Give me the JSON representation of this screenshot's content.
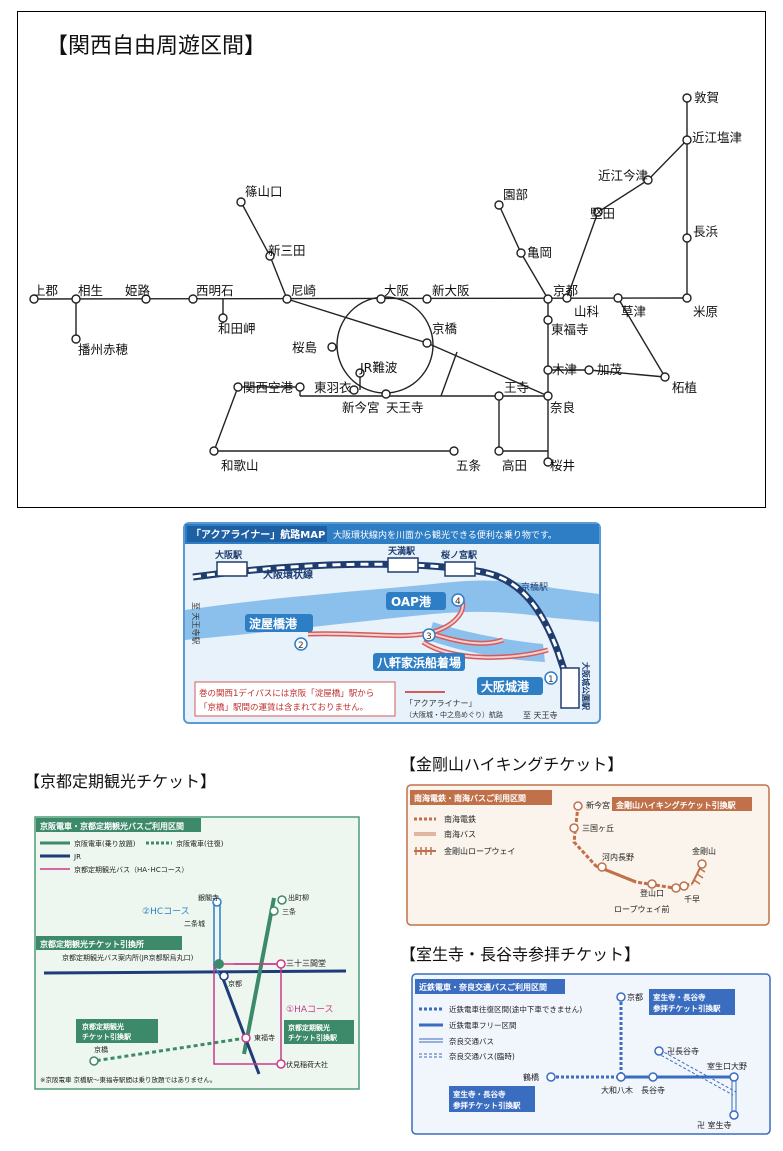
{
  "main_map": {
    "title": "【関西自由周遊区間】",
    "stations": {
      "tsuruga": "敦賀",
      "omi_shiotsu": "近江塩津",
      "omi_imazu": "近江今津",
      "katata": "堅田",
      "nagahama": "長浜",
      "maibara": "米原",
      "kusatsu": "草津",
      "yamashina": "山科",
      "tsuge": "柘植",
      "sasayamaguchi": "篠山口",
      "shin_sanda": "新三田",
      "sonobe": "園部",
      "kameoka": "亀岡",
      "kamigori": "上郡",
      "aioi": "相生",
      "himeji": "姫路",
      "nishi_akashi": "西明石",
      "amagasaki": "尼崎",
      "osaka": "大阪",
      "shin_osaka": "新大阪",
      "kyoto": "京都",
      "wadamisaki": "和田岬",
      "banshu_ako": "播州赤穂",
      "sakurajima": "桜島",
      "kyobashi": "京橋",
      "higashi_fukuji": "東福寺",
      "jr_namba": "JR難波",
      "kizu": "木津",
      "kamo": "加茂",
      "kansai_airport": "関西空港",
      "higashi_hagoromo": "東羽衣",
      "shin_imamiya": "新今宮",
      "tennoji": "天王寺",
      "oji": "王寺",
      "nara": "奈良",
      "wakayama": "和歌山",
      "gojo": "五条",
      "takada": "高田",
      "sakurai": "桜井"
    }
  },
  "aqualiner": {
    "header_title": "「アクアライナー」航路MAP",
    "header_desc": "大阪環状線内を川面から観光できる便利な乗り物です。",
    "osaka_stn": "大阪駅",
    "loop_line": "大阪環状線",
    "temma_stn": "天満駅",
    "sakuranomiya_stn": "桜ノ宮駅",
    "kyobashi_stn": "京橋駅",
    "oap_port": "OAP港",
    "yodoyabashi_port": "淀屋橋港",
    "hachikenya_port": "八軒家浜船着場",
    "osakajo_port": "大阪城港",
    "osakajo_koen_stn": "大阪城公園駅",
    "to_tennoji_left": "至 天王寺駅",
    "to_tennoji_right": "至 天王寺",
    "n1": "1",
    "n2": "2",
    "n3": "3",
    "n4": "4",
    "note_line1": "巻の関西1デイパスには京阪「淀屋橋」駅から",
    "note_line2": "「京橋」駅間の運賃は含まれておりません。",
    "legend_label": "「アクアライナー」",
    "legend_sub": "（大阪城・中之島めぐり）航路"
  },
  "kyoto_ticket": {
    "title": "【京都定期観光チケット】",
    "header": "京阪電車・京都定期観光バスご利用区間",
    "legend_keihan_ride": "京阪電車(乗り放題)",
    "legend_keihan_round": "京阪電車(往復)",
    "legend_jr": "JR",
    "legend_bus": "京都定期観光バス（HA･HCコース）",
    "ginkakuji": "銀閣寺",
    "demachiyanagi": "出町柳",
    "sanjo": "三条",
    "nijojo": "二条城",
    "hc_course": "②HCコース",
    "exchange_box": "京都定期観光チケット引換所",
    "bus_office": "京都定期観光バス案内所(JR京都駅烏丸口)",
    "sanjusangendo": "三十三間堂",
    "kyoto": "京都",
    "ha_course": "①HAコース",
    "keihan_exch_a": "京都定期観光",
    "keihan_exch_b": "チケット引換駅",
    "tofukuji": "東福寺",
    "fushimi_inari": "伏見稲荷大社",
    "tofukuji_exch_a": "京都定期観光",
    "tofukuji_exch_b": "チケット引換駅",
    "kyobashi": "京橋",
    "note": "※京阪電車 京橋駅〜東福寺駅間は乗り放題ではありません。"
  },
  "kongo_ticket": {
    "title": "【金剛山ハイキングチケット】",
    "header": "南海電鉄・南海バスご利用区間",
    "legend_train": "南海電鉄",
    "legend_bus": "南海バス",
    "legend_ropeway": "金剛山ロープウェイ",
    "shin_imamiya": "新今宮",
    "exchange_badge": "金剛山ハイキングチケット引換駅",
    "sanjugaoka": "三国ヶ丘",
    "kawachinagano": "河内長野",
    "tozanguchi": "登山口",
    "ropeway_mae": "ロープウェイ前",
    "kongosan": "金剛山",
    "chihaya": "千早"
  },
  "muro_ticket": {
    "title": "【室生寺・長谷寺参拝チケット】",
    "header": "近鉄電車・奈良交通バスご利用区間",
    "legend_roundtrip": "近鉄電車往復区間(途中下車できません)",
    "legend_free": "近鉄電車フリー区間",
    "legend_bus": "奈良交通バス",
    "legend_bus_extra": "奈良交通バス(臨時)",
    "kyoto": "京都",
    "exch_top_a": "室生寺・長谷寺",
    "exch_top_b": "参拝チケット引換駅",
    "tsuruhashi": "鶴橋",
    "yamato_yagi": "大和八木",
    "hasedera_stn": "長谷寺",
    "murouguchi_ono": "室生口大野",
    "hasedera_temple": "卍長谷寺",
    "murouji_temple": "卍 室生寺",
    "exch_bottom_a": "室生寺・長谷寺",
    "exch_bottom_b": "参拝チケット引換駅"
  }
}
